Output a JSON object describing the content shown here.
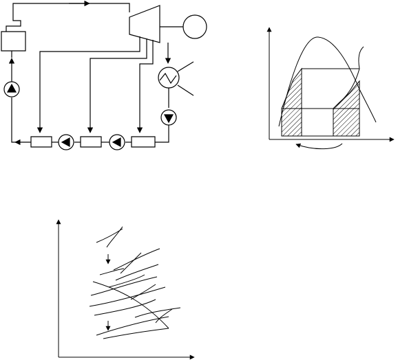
{
  "figures": [
    {
      "id": "regenerative-cycle-schematic",
      "components": [
        "boiler",
        "turbine",
        "generator",
        "condenser",
        "condensate-pump",
        "feedwater-heater",
        "feedwater-heater",
        "feedwater-heater",
        "heater-drain-pump",
        "heater-drain-pump",
        "boiler-feed-pump"
      ]
    },
    {
      "id": "ts-diagram",
      "components": [
        "saturation-dome",
        "cycle-path",
        "hatched-areas",
        "return-arrow"
      ]
    },
    {
      "id": "curve-family-diagram",
      "components": [
        "curve-family",
        "down-arrows"
      ]
    }
  ],
  "colors": {
    "stroke": "#000000",
    "background": "#ffffff"
  },
  "icons": {
    "pump": "pump-icon",
    "generator": "generator-icon",
    "condenser": "condenser-icon"
  }
}
